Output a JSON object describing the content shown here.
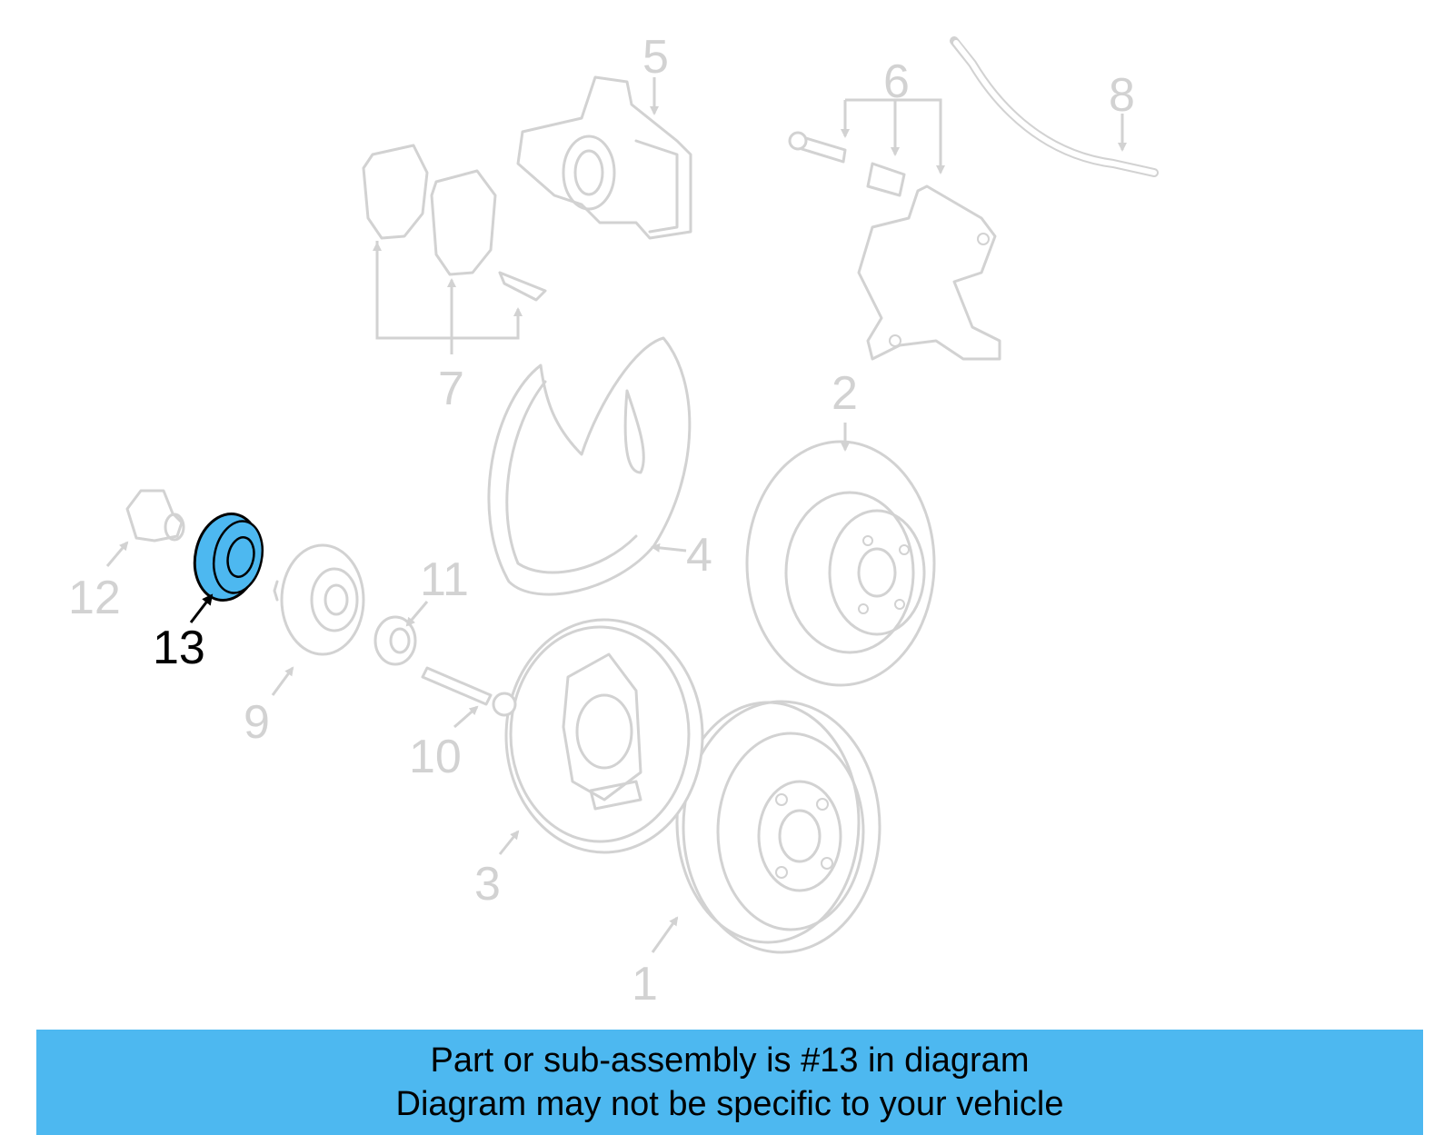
{
  "diagram": {
    "highlight_color": "#4db8f0",
    "muted_color": "#d2d2d2",
    "labels": [
      {
        "id": "1",
        "text": "1"
      },
      {
        "id": "2",
        "text": "2"
      },
      {
        "id": "3",
        "text": "3"
      },
      {
        "id": "4",
        "text": "4"
      },
      {
        "id": "5",
        "text": "5"
      },
      {
        "id": "6",
        "text": "6"
      },
      {
        "id": "7",
        "text": "7"
      },
      {
        "id": "8",
        "text": "8"
      },
      {
        "id": "9",
        "text": "9"
      },
      {
        "id": "10",
        "text": "10"
      },
      {
        "id": "11",
        "text": "11"
      },
      {
        "id": "12",
        "text": "12"
      },
      {
        "id": "13",
        "text": "13"
      }
    ],
    "highlighted_part": "13"
  },
  "banner": {
    "line1": "Part or sub-assembly is #13 in diagram",
    "line2": "Diagram may not be specific to your vehicle",
    "color": "#4db8f0"
  }
}
